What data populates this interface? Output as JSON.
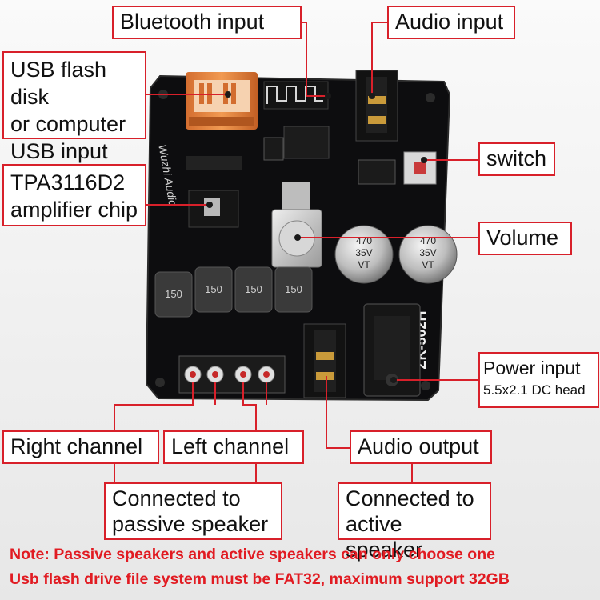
{
  "labels": {
    "bluetooth_input": "Bluetooth input",
    "audio_input": "Audio input",
    "usb_input": [
      "USB flash disk",
      "or computer",
      "USB input"
    ],
    "amp_chip": [
      "TPA3116D2",
      "amplifier chip"
    ],
    "switch": "switch",
    "volume": "Volume",
    "power_input": [
      "Power input",
      "5.5x2.1 DC head"
    ],
    "right_channel": "Right channel",
    "left_channel": "Left channel",
    "audio_output": "Audio output",
    "passive_speaker": [
      "Connected to",
      "passive speaker"
    ],
    "active_speaker": [
      "Connected to",
      "active speaker"
    ]
  },
  "board": {
    "model": "ZK-502H",
    "brand": "Wuzhi Audio",
    "cap_text": [
      "470",
      "35V",
      "VT"
    ],
    "inductor_text": "150"
  },
  "notes": [
    "Note: Passive speakers and active speakers can only choose one",
    "Usb flash drive file system must be FAT32, maximum support 32GB"
  ],
  "colors": {
    "accent": "#d8202a",
    "note": "#e11b22",
    "board": "#0d0d0f"
  }
}
